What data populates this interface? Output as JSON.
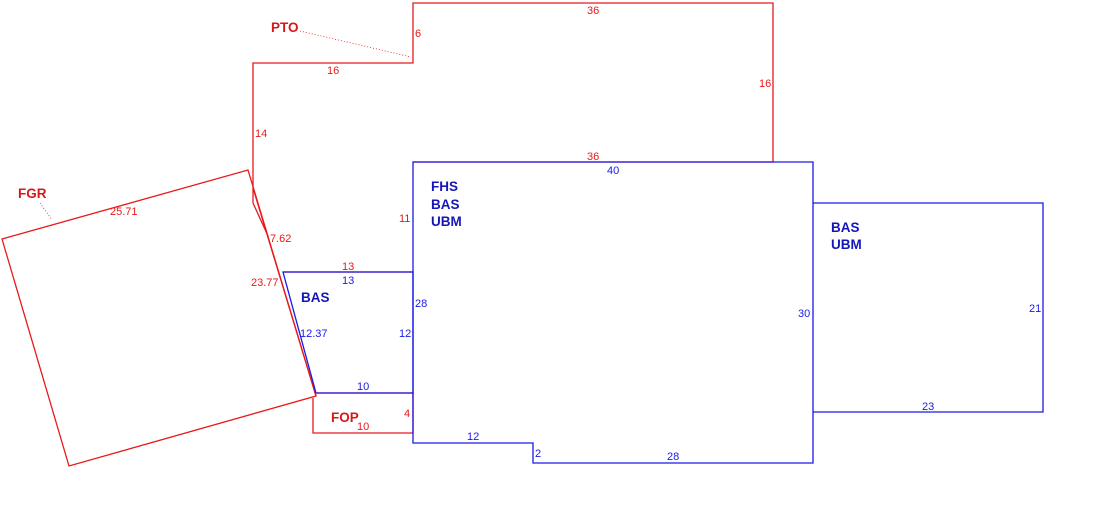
{
  "colors": {
    "red": "#e8191a",
    "blue": "#1a1ae6"
  },
  "areas": {
    "pto": "PTO",
    "fgr": "FGR",
    "fop": "FOP",
    "bas_small": "BAS",
    "main": [
      "FHS",
      "BAS",
      "UBM"
    ],
    "right": [
      "BAS",
      "UBM"
    ]
  },
  "dimensions": {
    "pto_top": "36",
    "pto_step_vertical": "6",
    "pto_right": "16",
    "pto_step_horizontal": "16",
    "pto_left": "14",
    "pto_bottom": "36",
    "pto_inner_left": "11",
    "fgr_top": "25.71",
    "fgr_side": "7.62",
    "fgr_diagonal": "23.77",
    "bas_small_top_red": "13",
    "bas_small_top_blue": "13",
    "bas_small_diagonal": "12.37",
    "bas_small_right": "12",
    "bas_small_bottom": "10",
    "fop_right": "4",
    "fop_bottom": "10",
    "main_top": "40",
    "main_left": "28",
    "main_right": "30",
    "main_bottom_left": "12",
    "main_step": "2",
    "main_bottom": "28",
    "right_side": "21",
    "right_bottom": "23"
  }
}
